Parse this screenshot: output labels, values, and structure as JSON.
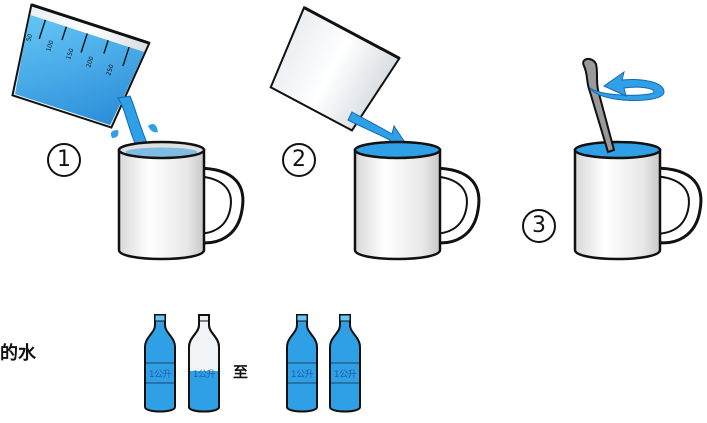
{
  "steps": [
    {
      "number": "1"
    },
    {
      "number": "2"
    },
    {
      "number": "3"
    }
  ],
  "measuring_cup": {
    "scale_labels": [
      "50",
      "100",
      "150",
      "200",
      "250"
    ]
  },
  "water_text": "的水",
  "to_text": "至",
  "bottles": [
    {
      "label": "1公升",
      "fill": 1.0
    },
    {
      "label": "1公升",
      "fill": 0.5
    },
    {
      "label": "1公升",
      "fill": 1.0
    },
    {
      "label": "1公升",
      "fill": 1.0
    }
  ],
  "colors": {
    "water": "#2f9fe6",
    "water_dark": "#1468b8",
    "outline": "#111111",
    "mug": "#f4f4f4"
  }
}
